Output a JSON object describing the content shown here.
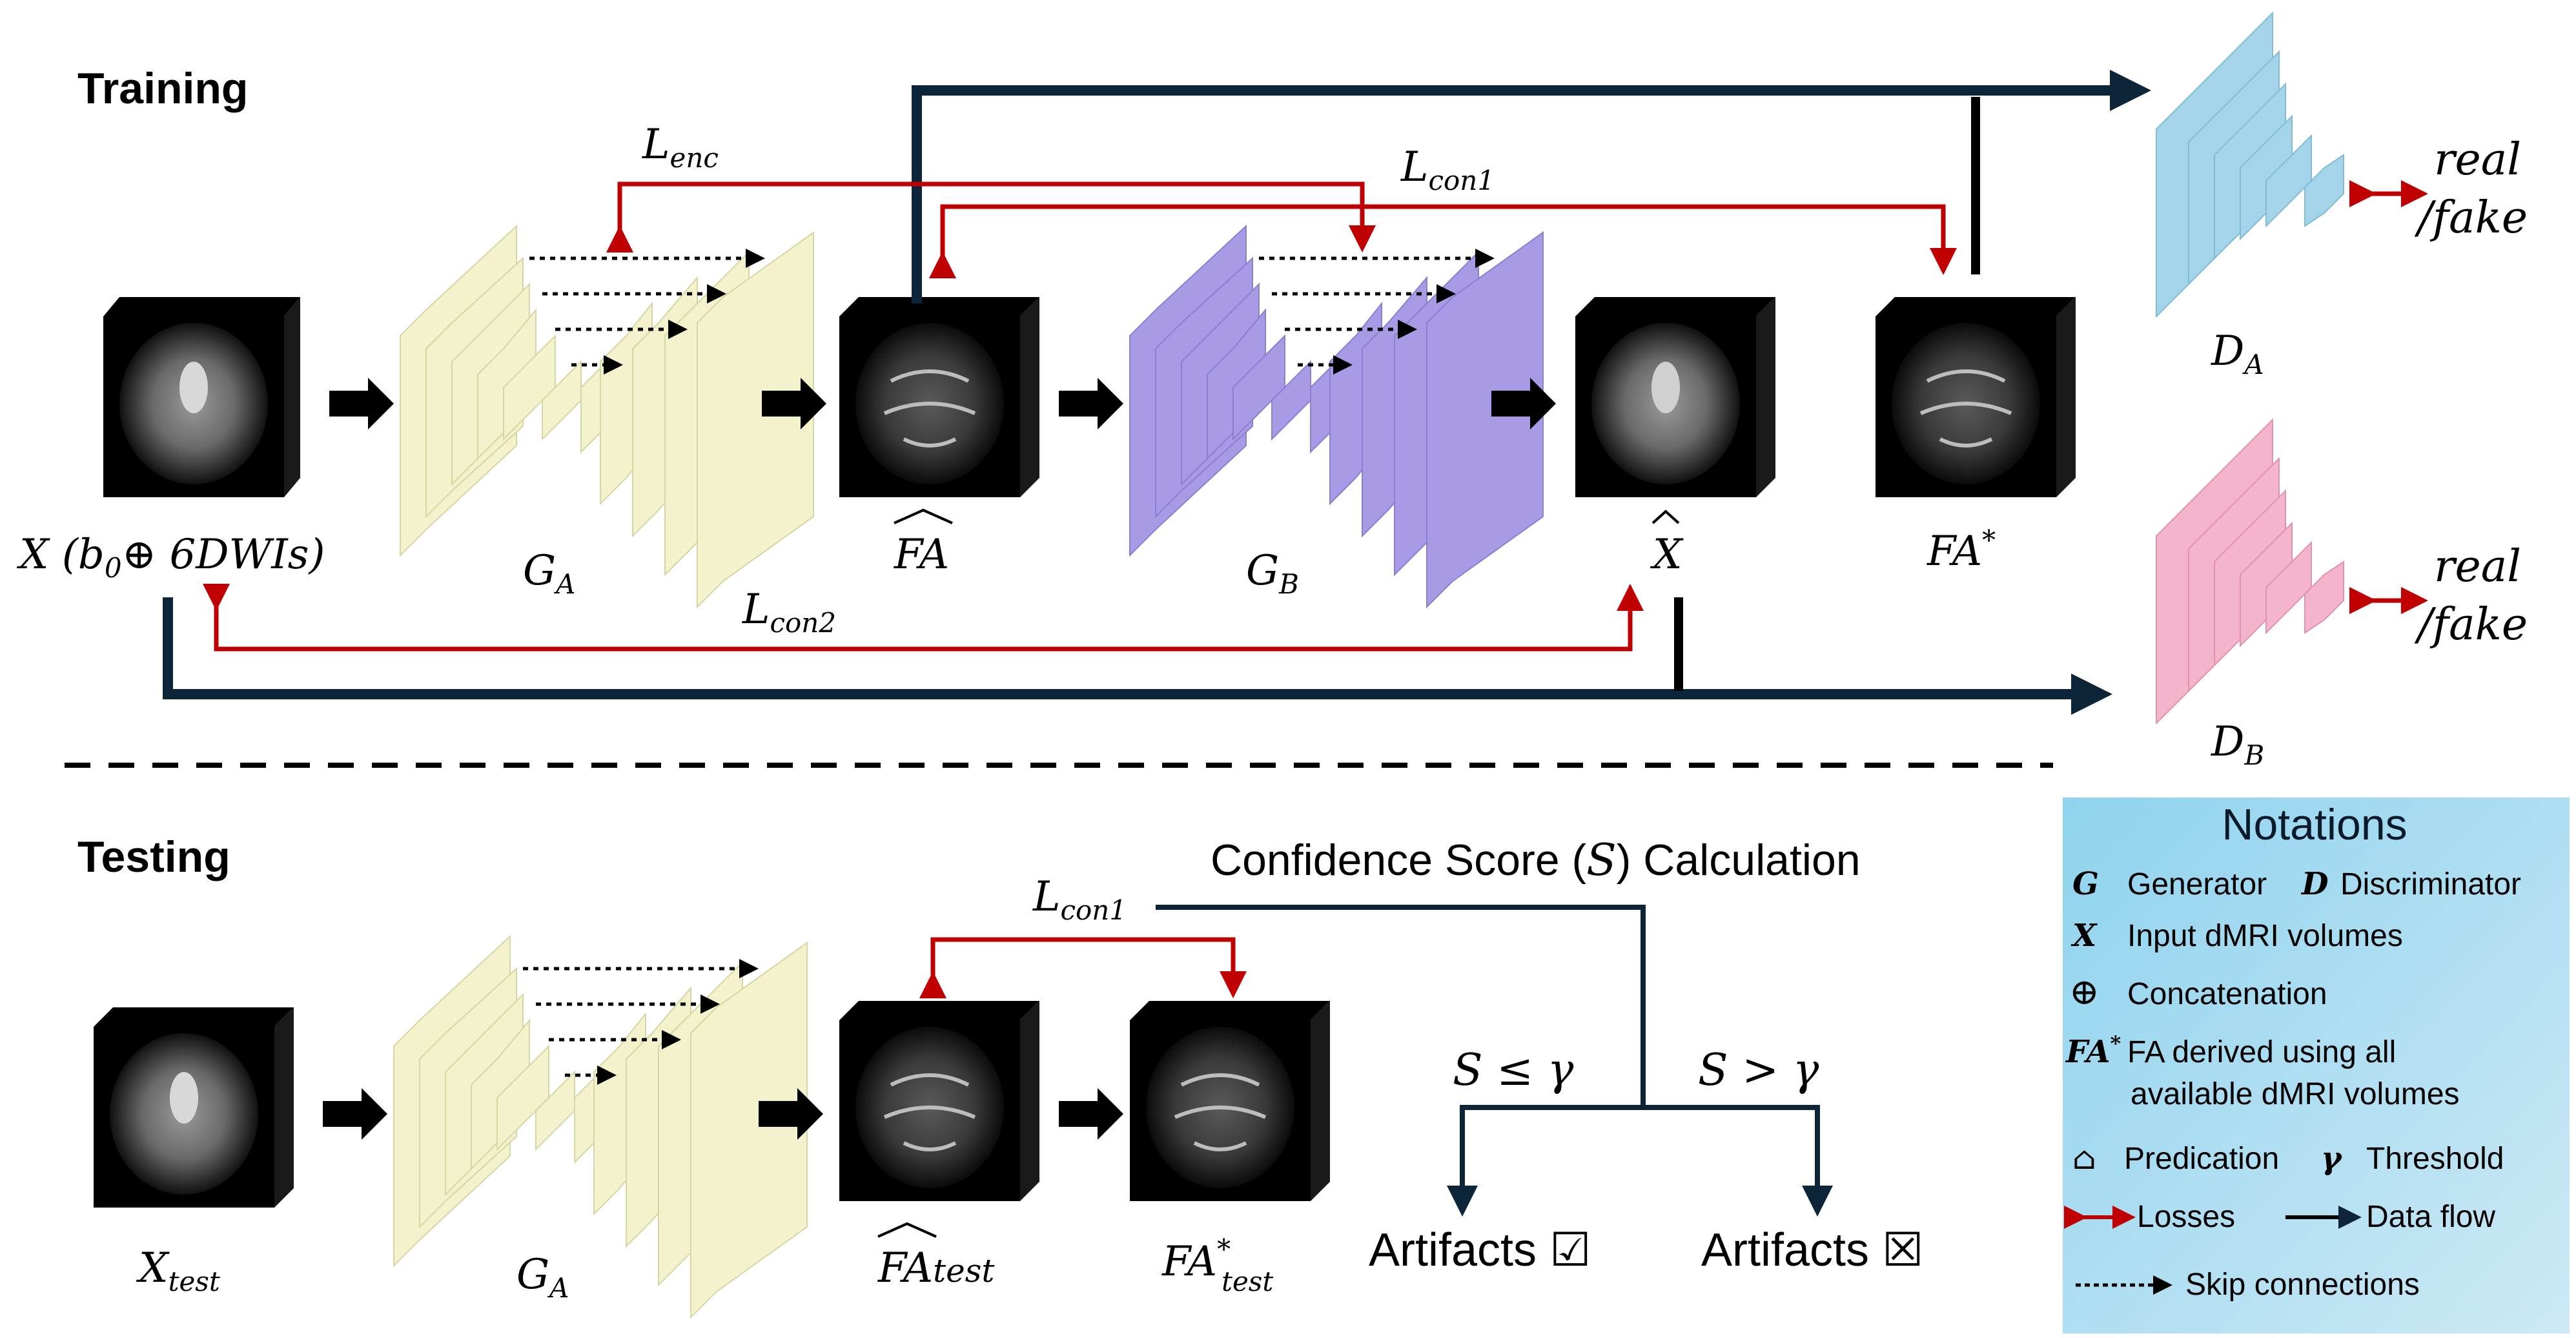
{
  "sections": {
    "training_label": "Training",
    "testing_label": "Testing"
  },
  "training": {
    "input_label": "X (b",
    "input_sub": "0",
    "input_rest": "⊕ 6DWIs)",
    "ga_label": "G",
    "ga_sub": "A",
    "fa_hat_label": "FA",
    "gb_label": "G",
    "gb_sub": "B",
    "x_hat_label": "X",
    "fa_star_label": "FA",
    "fa_star_sup": "*",
    "da_label": "D",
    "da_sub": "A",
    "db_label": "D",
    "db_sub": "B",
    "real_fake_a_1": "real",
    "real_fake_a_2": "/fake",
    "real_fake_b_1": "real",
    "real_fake_b_2": "/fake",
    "l_enc": "L",
    "l_enc_sub": "enc",
    "l_con1": "L",
    "l_con1_sub": "con1",
    "l_con2": "L",
    "l_con2_sub": "con2"
  },
  "testing": {
    "x_test": "X",
    "x_test_sub": "test",
    "ga_label": "G",
    "ga_sub": "A",
    "fa_hat_test": "FA",
    "fa_hat_test_sub": "test",
    "fa_star_test": "FA",
    "fa_star_test_sup": "*",
    "fa_star_test_sub": "test",
    "l_con1": "L",
    "l_con1_sub": "con1",
    "confidence_title": "Confidence Score (",
    "confidence_s": "S",
    "confidence_rest": ") Calculation",
    "cond_left": "S ≤ γ",
    "cond_right": "S > γ",
    "result_left": "Artifacts ☑",
    "result_right": "Artifacts ☒"
  },
  "notations": {
    "title": "Notations",
    "g_sym": "G",
    "g_text": "Generator",
    "d_sym": "D",
    "d_text": "Discriminator",
    "x_sym": "X",
    "x_text": "Input dMRI volumes",
    "concat_sym": "⊕",
    "concat_text": "Concatenation",
    "fa_sym": "FA",
    "fa_sup": "*",
    "fa_text_1": "FA derived using all",
    "fa_text_2": "available dMRI volumes",
    "hat_sym": "⌂",
    "hat_text": "Predication",
    "gamma_sym": "γ",
    "gamma_text": "Threshold",
    "losses_text": "Losses",
    "dataflow_text": "Data flow",
    "skip_text": "Skip connections"
  },
  "colors": {
    "loss": "#c00000",
    "flow": "#0d2538",
    "unet_a": "#f4f2cc",
    "unet_b": "#a99ae6",
    "disc_a": "#a3d4ea",
    "disc_b": "#f4b4cc",
    "notation_bg": "#a8dcf0"
  }
}
